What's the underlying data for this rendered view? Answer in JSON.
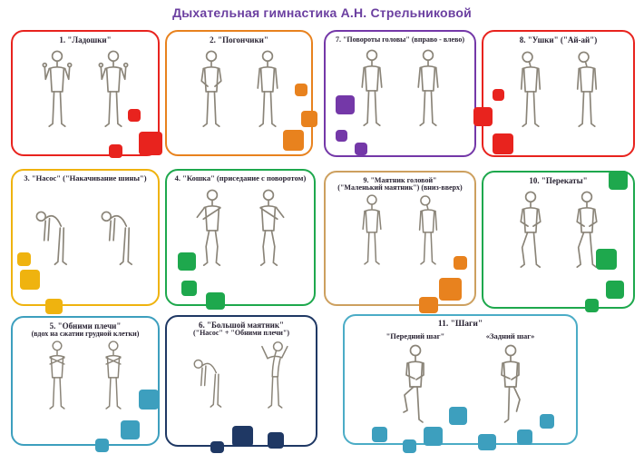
{
  "header": {
    "title": "Дыхательная гимнастика А.Н. Стрельниковой",
    "color": "#6B3FA0"
  },
  "panels": [
    {
      "line1": "1. \"Ладошки\"",
      "line2": "",
      "border": "#E8231E",
      "square": "#E8231E",
      "figures": [
        "palms-up",
        "palms-up"
      ]
    },
    {
      "line1": "2. \"Погончики\"",
      "line2": "",
      "border": "#E8821E",
      "square": "#E8821E",
      "figures": [
        "fists-at-waist",
        "standing"
      ]
    },
    {
      "line1": "7. \"Повороты головы\" (вправо - влево)",
      "line2": "",
      "border": "#7438A8",
      "square": "#7438A8",
      "figures": [
        "standing",
        "standing"
      ]
    },
    {
      "line1": "8. \"Ушки\" (\"Ай-ай\")",
      "line2": "",
      "border": "#E8231E",
      "square": "#E8231E",
      "figures": [
        "head-tilt",
        "head-tilt"
      ]
    },
    {
      "line1": "3. \"Насос\" (\"Накачивание шины\")",
      "line2": "",
      "border": "#EFB30F",
      "square": "#EFB30F",
      "figures": [
        "bend-forward",
        "bend-forward"
      ]
    },
    {
      "line1": "4. \"Кошка\" (приседание с поворотом)",
      "line2": "",
      "border": "#1EA84D",
      "square": "#1EA84D",
      "figures": [
        "squat-twist",
        "squat-twist"
      ]
    },
    {
      "line1": "9. \"Маятник головой\"",
      "line2": "(\"Маленький маятник\") (вниз-вверх)",
      "border": "#CDA05F",
      "square": "#E8821E",
      "figures": [
        "standing",
        "head-tilt"
      ]
    },
    {
      "line1": "10. \"Перекаты\"",
      "line2": "",
      "border": "#1EA84D",
      "square": "#1EA84D",
      "figures": [
        "weight-roll",
        "weight-roll"
      ]
    },
    {
      "line1": "5. \"Обними плечи\"",
      "line2": "(вдох на сжатии грудной клетки)",
      "border": "#3D9FBE",
      "square": "#3D9FBE",
      "figures": [
        "hug-shoulders",
        "hug-shoulders"
      ]
    },
    {
      "line1": "6. \"Большой маятник\"",
      "line2": "(\"Насос\" + \"Обними плечи\")",
      "border": "#1F3864",
      "square": "#1F3864",
      "figures": [
        "bend-forward",
        "lean-back"
      ]
    },
    {
      "line1": "11. \"Шаги\"",
      "line2": "",
      "border": "#4BACC6",
      "square": "#3D9FBE",
      "sub_left": "\"Передний шаг\"",
      "sub_right": "«Задний  шаг»",
      "figures": [
        "front-step-knee-up",
        "back-step-leg-back"
      ]
    }
  ]
}
